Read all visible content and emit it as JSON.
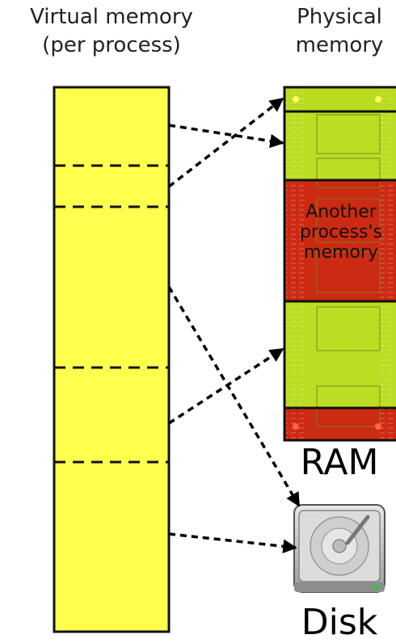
{
  "virtual": {
    "title_line1": "Virtual memory",
    "title_line2": "(per process)"
  },
  "physical": {
    "title_line1": "Physical",
    "title_line2": "memory"
  },
  "ram": {
    "label": "RAM",
    "other_line1": "Another",
    "other_line2": "process's",
    "other_line3": "memory"
  },
  "disk": {
    "label": "Disk"
  },
  "colors": {
    "virtual_fill": "#ffff4d",
    "ram_green": "#bbdd22",
    "ram_red": "#cc2a12",
    "outline": "#111111"
  },
  "icons": {
    "ram_image": "ram-chip-icon",
    "disk_image": "hard-drive-icon"
  }
}
